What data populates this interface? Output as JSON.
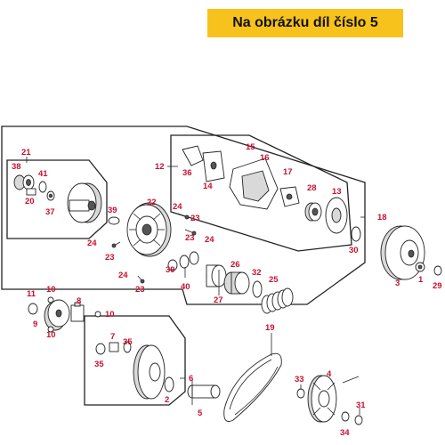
{
  "banner": {
    "text": "Na obrázku díl číslo 5"
  },
  "labels": {
    "l1": "1",
    "l2": "2",
    "l3": "3",
    "l4": "4",
    "l5": "5",
    "l6": "6",
    "l7": "7",
    "l8": "8",
    "l9": "9",
    "l10a": "10",
    "l10b": "10",
    "l10c": "10",
    "l11": "11",
    "l12": "12",
    "l13": "13",
    "l14": "14",
    "l15": "15",
    "l16": "16",
    "l17": "17",
    "l18": "18",
    "l19": "19",
    "l20": "20",
    "l21": "21",
    "l22": "22",
    "l23a": "23",
    "l23b": "23",
    "l23c": "23",
    "l23d": "23",
    "l24a": "24",
    "l24b": "24",
    "l24c": "24",
    "l24d": "24",
    "l25": "25",
    "l26": "26",
    "l27": "27",
    "l28": "28",
    "l29": "29",
    "l30": "30",
    "l31": "31",
    "l32": "32",
    "l33": "33",
    "l34": "34",
    "l35a": "35",
    "l35b": "35",
    "l36": "36",
    "l37": "37",
    "l38": "38",
    "l39a": "39",
    "l39b": "39",
    "l40": "40",
    "l41": "41"
  }
}
